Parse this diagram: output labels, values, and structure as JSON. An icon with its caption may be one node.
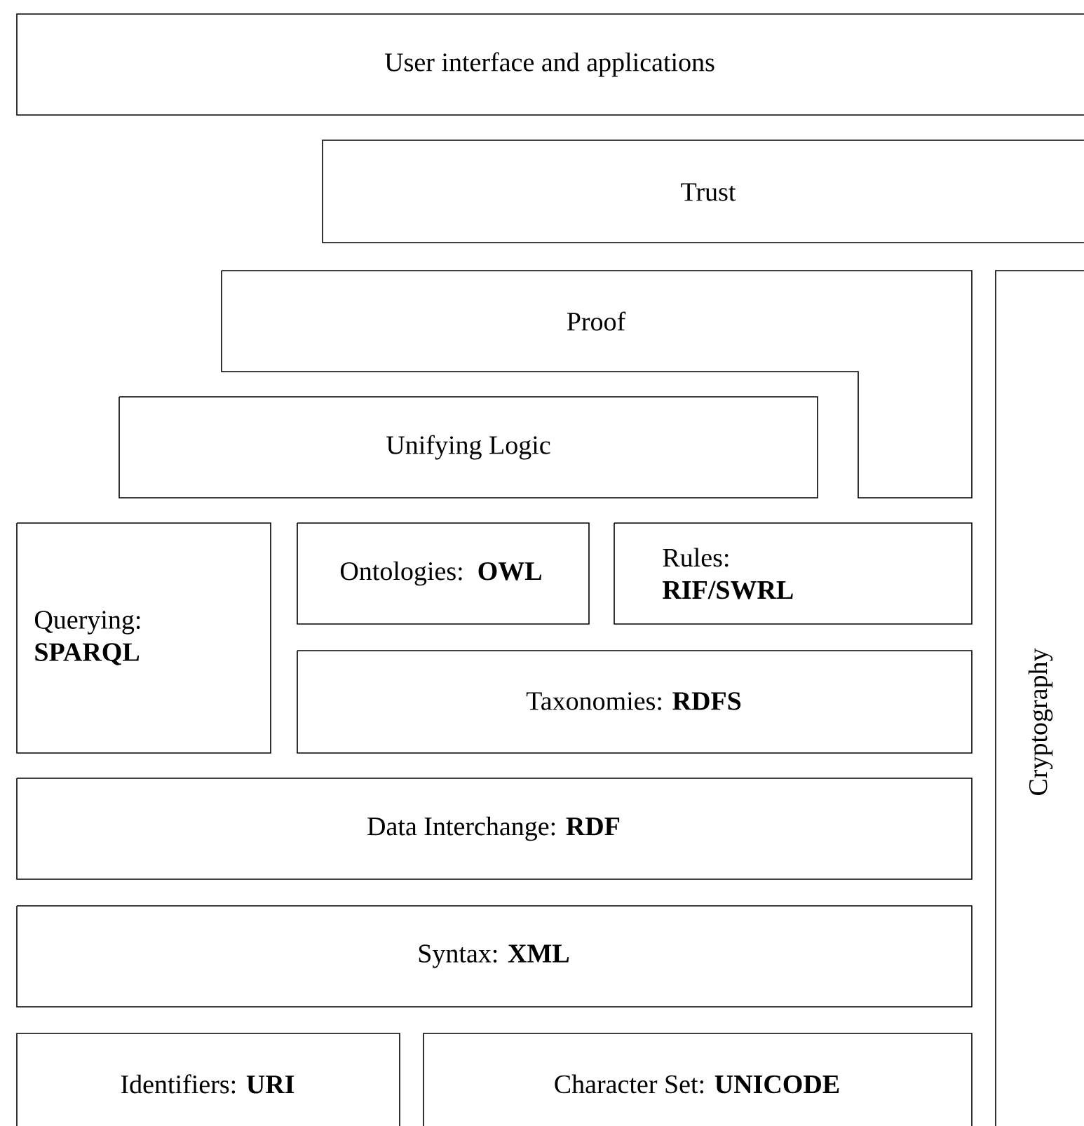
{
  "diagram": {
    "nodes": [
      {
        "text": [
          "User interface and applications"
        ]
      },
      {
        "text": [
          "Trust"
        ]
      },
      {
        "text": [
          "Proof"
        ]
      },
      {
        "text": [
          "Unifying Logic"
        ]
      },
      {
        "text": [
          "Querying: **SPARQL**"
        ]
      },
      {
        "text": [
          "Ontologies: **OWL**"
        ]
      },
      {
        "text": [
          "Rules: **RIF/SWRL**"
        ]
      },
      {
        "text": [
          "Taxonomies: **RDFS**"
        ]
      },
      {
        "text": [
          "Data Interchange: **RDF**"
        ]
      },
      {
        "text": [
          "Syntax: **XML**"
        ]
      },
      {
        "text": [
          "Identifiers: **URI**"
        ]
      },
      {
        "text": [
          "Character Set: **UNICODE**"
        ]
      },
      {
        "text": [
          "Cryptography"
        ]
      }
    ]
  }
}
